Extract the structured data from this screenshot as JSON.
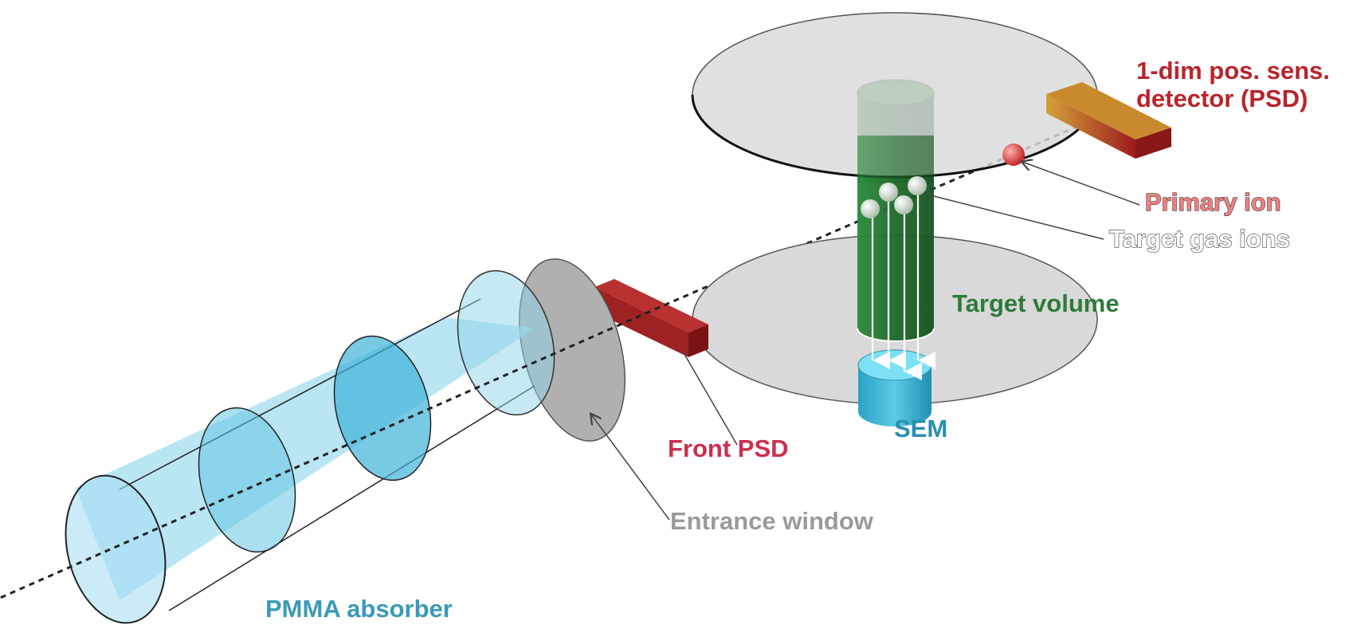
{
  "labels": {
    "psd_line1": "1-dim pos. sens.",
    "psd_line2": "detector (PSD)",
    "primary_ion": "Primary ion",
    "target_gas_ions": "Target gas ions",
    "target_volume": "Target volume",
    "sem": "SEM",
    "front_psd": "Front PSD",
    "entrance_window": "Entrance window",
    "pmma_absorber": "PMMA absorber"
  },
  "colors": {
    "psd_label": "#b8242c",
    "primary_ion_label": "#f08080",
    "target_gas_label": "#ffffff",
    "target_volume_label": "#2e7a3a",
    "sem_label": "#2a8fb0",
    "front_psd_label": "#cc2e4e",
    "entrance_window_label": "#9a9a9a",
    "pmma_label": "#3a9ab8",
    "plate_fill": "#d9d9d9",
    "cylinder_fill": "#1f6e2c",
    "sem_fill": "#3fb8d8",
    "absorber_fill": "#7fd3ec",
    "detector_fill": "#9e2222",
    "ion_fill": "#d43a3a"
  },
  "icons": {
    "primary_ion": "red-sphere",
    "target_gas_ions": "grey-spheres",
    "psd": "rectangular-bar"
  }
}
